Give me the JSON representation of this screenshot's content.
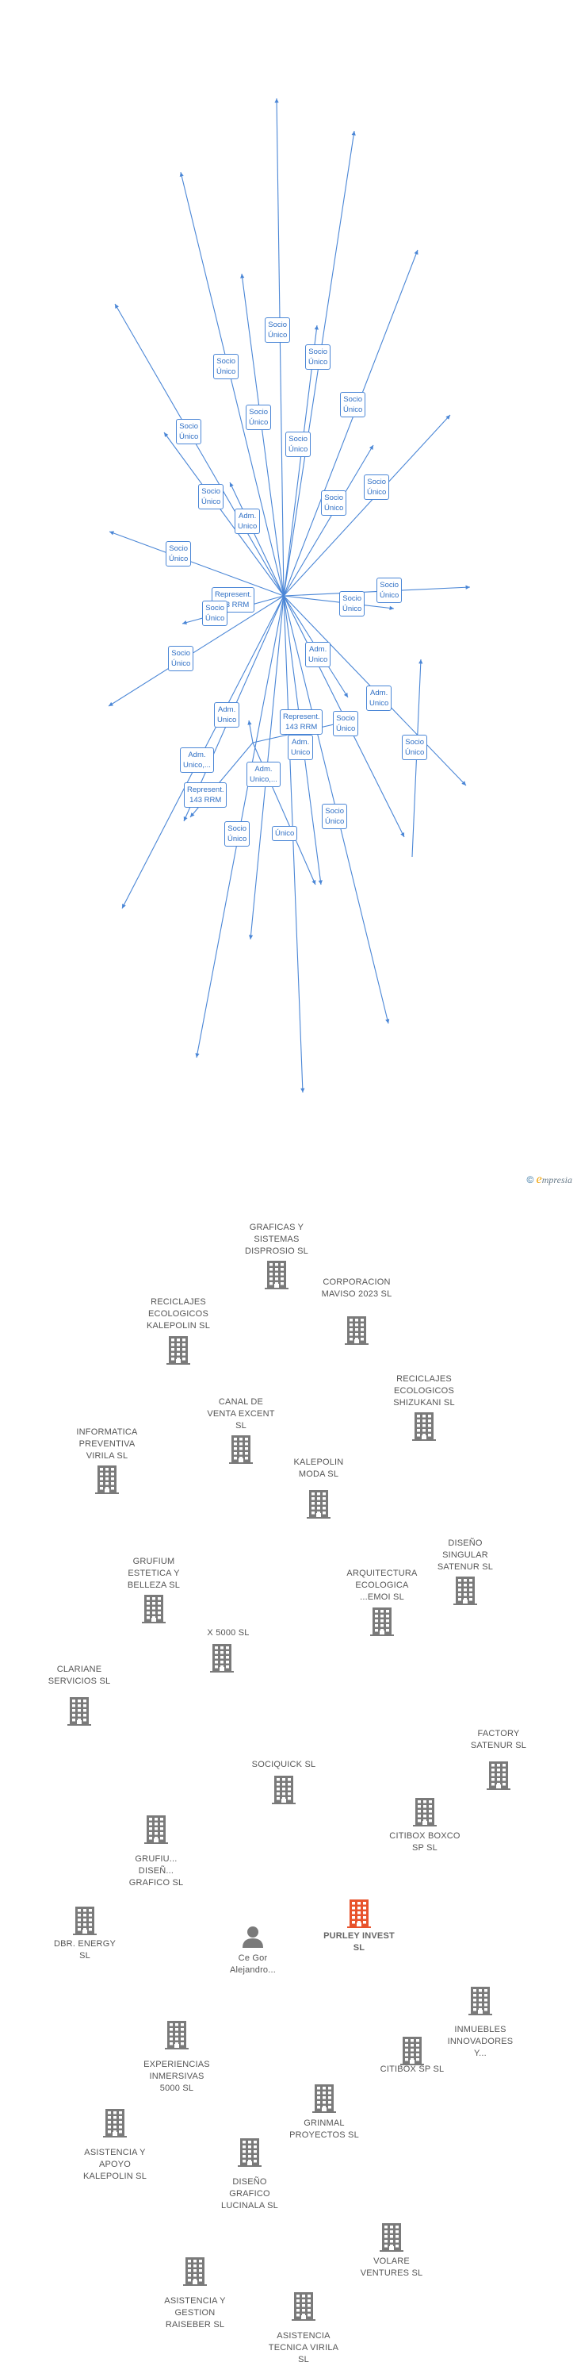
{
  "center": {
    "label": "SOCIQUICK  SL"
  },
  "person": {
    "label": "Ce Gor Alejandro..."
  },
  "nodes": [
    {
      "id": "graficas",
      "label": "GRAFICAS Y SISTEMAS DISPROSIO SL",
      "kind": "company"
    },
    {
      "id": "corporacion",
      "label": "CORPORACION MAVISO 2023 SL",
      "kind": "company"
    },
    {
      "id": "reciclajes_k",
      "label": "RECICLAJES ECOLOGICOS KALEPOLIN SL",
      "kind": "company"
    },
    {
      "id": "reciclajes_s",
      "label": "RECICLAJES ECOLOGICOS SHIZUKANI SL",
      "kind": "company"
    },
    {
      "id": "canal",
      "label": "CANAL DE VENTA EXCENT SL",
      "kind": "company"
    },
    {
      "id": "informatica",
      "label": "INFORMATICA PREVENTIVA VIRILA SL",
      "kind": "company"
    },
    {
      "id": "kalepolin_moda",
      "label": "KALEPOLIN MODA SL",
      "kind": "company"
    },
    {
      "id": "diseno_singular",
      "label": "DISEÑO SINGULAR SATENUR SL",
      "kind": "company"
    },
    {
      "id": "grufium_estetica",
      "label": "GRUFIUM ESTETICA Y BELLEZA SL",
      "kind": "company"
    },
    {
      "id": "arquitectura",
      "label": "ARQUITECTURA ECOLOGICA ...EMOI SL",
      "kind": "company"
    },
    {
      "id": "x5000",
      "label": "X 5000 SL",
      "kind": "company"
    },
    {
      "id": "clariane",
      "label": "CLARIANE SERVICIOS SL",
      "kind": "company"
    },
    {
      "id": "factory",
      "label": "FACTORY SATENUR SL",
      "kind": "company"
    },
    {
      "id": "citibox_boxco",
      "label": "CITIBOX BOXCO SP SL",
      "kind": "company"
    },
    {
      "id": "grufium_diseno",
      "label": "GRUFIU... DISEÑ... GRAFICO SL",
      "kind": "company"
    },
    {
      "id": "purley",
      "label": "PURLEY INVEST SL",
      "kind": "company"
    },
    {
      "id": "dbr",
      "label": "DBR. ENERGY SL",
      "kind": "company"
    },
    {
      "id": "inmuebles",
      "label": "INMUEBLES INNOVADORES Y...",
      "kind": "company"
    },
    {
      "id": "experiencias",
      "label": "EXPERIENCIAS INMERSIVAS 5000 SL",
      "kind": "company"
    },
    {
      "id": "citibox_sp",
      "label": "CITIBOX SP SL",
      "kind": "company"
    },
    {
      "id": "asistencia_apoyo",
      "label": "ASISTENCIA Y APOYO KALEPOLIN SL",
      "kind": "company"
    },
    {
      "id": "grinmal",
      "label": "GRINMAL PROYECTOS SL",
      "kind": "company"
    },
    {
      "id": "diseno_grafico",
      "label": "DISEÑO GRAFICO LUCINALA SL",
      "kind": "company"
    },
    {
      "id": "volare",
      "label": "VOLARE VENTURES SL",
      "kind": "company"
    },
    {
      "id": "asistencia_gestion",
      "label": "ASISTENCIA Y GESTION RAISEBER SL",
      "kind": "company"
    },
    {
      "id": "asistencia_tecnica",
      "label": "ASISTENCIA TECNICA VIRILA SL",
      "kind": "company"
    }
  ],
  "tags": [
    "Socio Único",
    "Socio Único",
    "Socio Único",
    "Socio Único",
    "Socio Único",
    "Socio Único",
    "Socio Único",
    "Socio Único",
    "Socio Único",
    "Socio Único",
    "Adm. Unico",
    "Socio Único",
    "Socio Único",
    "Socio Único",
    "Represent. 143 RRM",
    "Socio Único",
    "Socio Único",
    "Adm. Unico",
    "Adm. Unico",
    "Represent. 143 RRM",
    "Socio Único",
    "Socio Único",
    "Adm. Unico",
    "Adm. Unico,...",
    "Adm. Unico,...",
    "Represent. 143 RRM",
    "Socio Único",
    "Socio Único",
    "Represent. 143 RRM",
    "Único"
  ],
  "colors": {
    "edge": "#4a86d6",
    "building": "#7a7a7a",
    "highlight": "#e8532c",
    "text": "#555555"
  },
  "brand": {
    "copyright": "©",
    "e": "e",
    "rest": "mpresia"
  }
}
